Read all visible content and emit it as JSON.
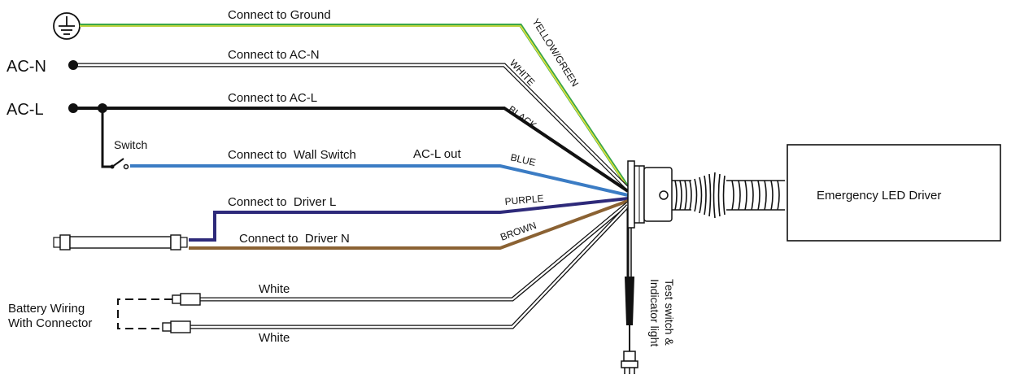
{
  "terminals": {
    "ac_n": "AC-N",
    "ac_l": "AC-L",
    "switch": "Switch"
  },
  "connections": {
    "ground": "Connect to Ground",
    "ac_n": "Connect to AC-N",
    "ac_l": "Connect to AC-L",
    "wall_switch": "Connect to  Wall Switch",
    "ac_l_out": "AC-L out",
    "driver_l": "Connect to  Driver L",
    "driver_n": "Connect to  Driver N",
    "battery_white_1": "White",
    "battery_white_2": "White"
  },
  "wire_colors": {
    "yellow_green": "YELLOW/GREEN",
    "white": "WHITE",
    "black": "BLACK",
    "blue": "BLUE",
    "purple": "PURPLE",
    "brown": "BROWN"
  },
  "battery": {
    "line1": "Battery Wiring",
    "line2": "With Connector"
  },
  "test_switch": {
    "line1": "Test switch &",
    "line2": "Indicator light"
  },
  "driver_box": {
    "label": "Emergency LED Driver"
  },
  "colors": {
    "green": "#3aa64a",
    "yellow": "#e8e23a",
    "blue": "#3b7cc4",
    "purple": "#2e2a7a",
    "brown": "#8b6233",
    "black": "#111111"
  }
}
